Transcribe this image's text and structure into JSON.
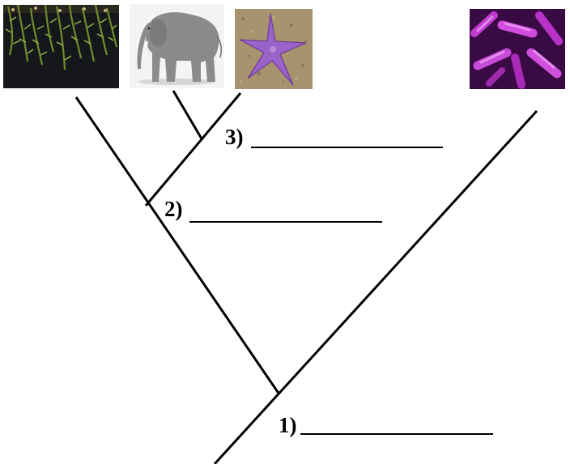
{
  "taxa": [
    {
      "name": "plant-photo",
      "depicts": "plant"
    },
    {
      "name": "elephant-photo",
      "depicts": "elephant"
    },
    {
      "name": "starfish-photo",
      "depicts": "starfish"
    },
    {
      "name": "bacteria-photo",
      "depicts": "bacteria"
    }
  ],
  "nodes": [
    {
      "label": "1)",
      "answer": ""
    },
    {
      "label": "2)",
      "answer": ""
    },
    {
      "label": "3)",
      "answer": ""
    }
  ],
  "colors": {
    "lines": "#000000",
    "background": "#ffffff",
    "starfish": "#9b63c9",
    "bacteria": "#c03ad0",
    "elephant": "#8b8b8b",
    "plant": "#6f8d2a"
  }
}
